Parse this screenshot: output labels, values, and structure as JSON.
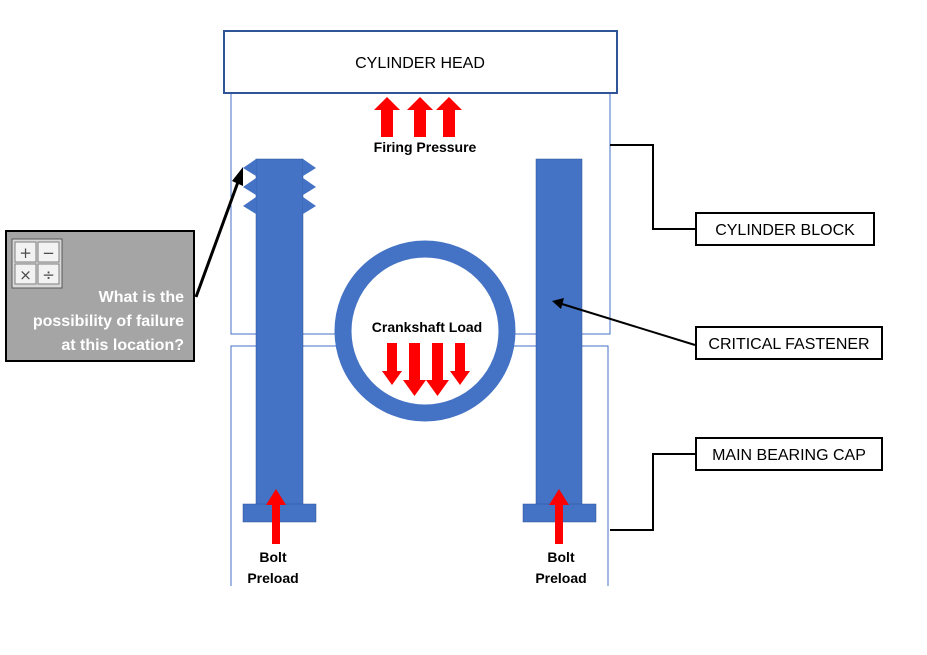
{
  "labels": {
    "cylinder_head": "CYLINDER HEAD",
    "cylinder_block": "CYLINDER BLOCK",
    "critical_fastener": "CRITICAL FASTENER",
    "main_bearing_cap": "MAIN BEARING CAP",
    "firing_pressure": "Firing Pressure",
    "crankshaft_load": "Crankshaft Load",
    "bolt_preload_left": [
      "Bolt",
      "Preload"
    ],
    "bolt_preload_right": [
      "Bolt",
      "Preload"
    ]
  },
  "callout": {
    "lines": [
      "What is the",
      "possibility of failure",
      "at this location?"
    ],
    "calculator_icon": "calculator-icon",
    "calculator_keys": [
      "+",
      "−",
      "×",
      "÷"
    ]
  },
  "colors": {
    "bolt_blue": "#4472c4",
    "arrow_red": "#ff0000",
    "head_border": "#2f5597",
    "callout_fill": "#a5a5a5",
    "outline_blue": "#4472c4"
  }
}
